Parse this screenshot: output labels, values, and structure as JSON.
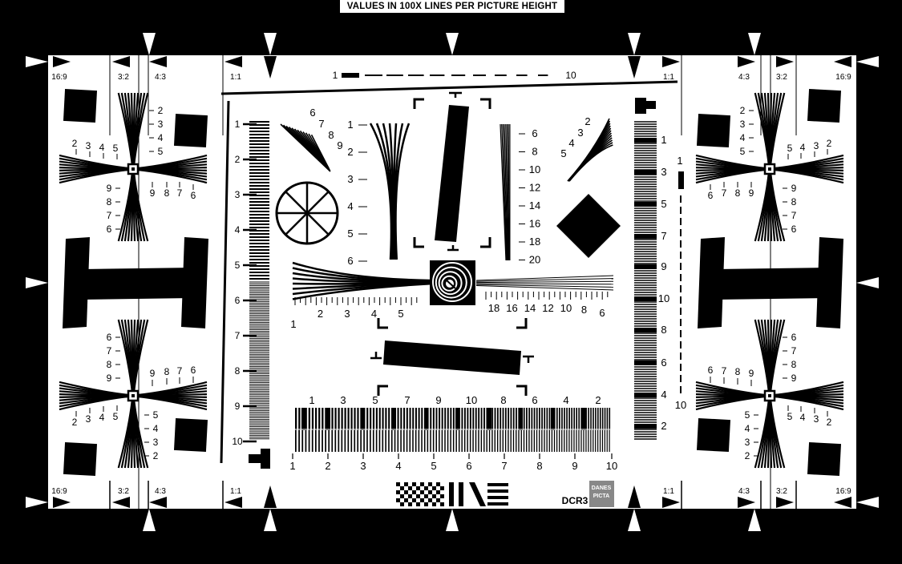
{
  "banner": "VALUES IN 100X LINES PER PICTURE HEIGHT",
  "aspect_labels": [
    "16:9",
    "3:2",
    "4:3",
    "1:1"
  ],
  "logo_name": "DCR3",
  "logo_badge": [
    "DANES",
    "PICTA"
  ],
  "top_scale": [
    "1",
    "10"
  ],
  "left_ladder": [
    "1",
    "2",
    "3",
    "4",
    "5",
    "6",
    "7",
    "8",
    "9",
    "10"
  ],
  "right_ladder": [
    "1",
    "3",
    "5",
    "7",
    "9",
    "10",
    "8",
    "6",
    "4",
    "2"
  ],
  "right_sparse": [
    "1",
    "10"
  ],
  "bottom_wedge_top": [
    "1",
    "3",
    "5",
    "7",
    "9",
    "10",
    "8",
    "6",
    "4",
    "2"
  ],
  "bottom_wedge_bottom": [
    "1",
    "2",
    "3",
    "4",
    "5",
    "6",
    "7",
    "8",
    "9",
    "10"
  ],
  "hyper_left_top": [
    "1",
    "2",
    "3",
    "4",
    "5",
    "6"
  ],
  "hyper_right_top": [
    "6",
    "8",
    "10",
    "12",
    "14",
    "16",
    "18",
    "20"
  ],
  "center_bottom_left": [
    "1",
    "2",
    "3",
    "4",
    "5"
  ],
  "center_bottom_right": [
    "18",
    "16",
    "14",
    "12",
    "10",
    "8",
    "6"
  ],
  "diag_fan_left": [
    "6",
    "7",
    "8",
    "9"
  ],
  "diag_fan_right": [
    "2",
    "3",
    "4",
    "5"
  ],
  "corner_v_tl": [
    "2",
    "3",
    "4",
    "5"
  ],
  "corner_v_lower": [
    "9",
    "8",
    "7",
    "6"
  ],
  "corner_h": [
    "2",
    "3",
    "4",
    "5"
  ],
  "corner_h_rev": [
    "9",
    "8",
    "7",
    "6"
  ]
}
